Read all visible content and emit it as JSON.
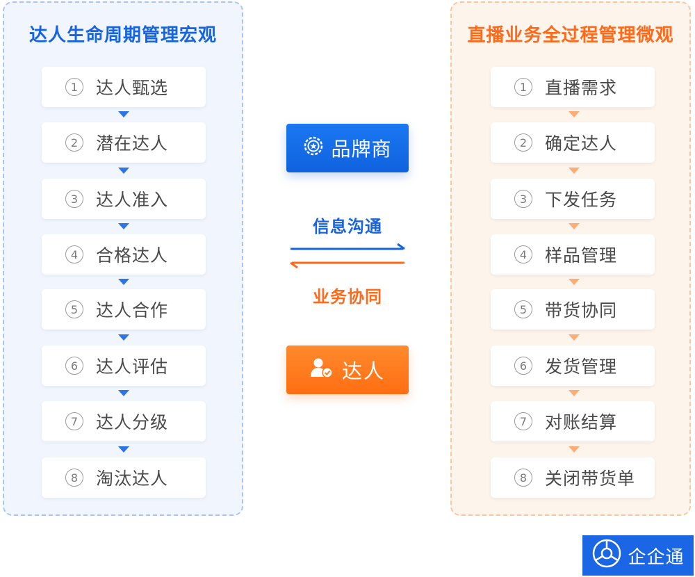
{
  "left_panel": {
    "title": "达人生命周期管理宏观",
    "steps": [
      {
        "num": "1",
        "label": "达人甄选"
      },
      {
        "num": "2",
        "label": "潜在达人"
      },
      {
        "num": "3",
        "label": "达人准入"
      },
      {
        "num": "4",
        "label": "合格达人"
      },
      {
        "num": "5",
        "label": "达人合作"
      },
      {
        "num": "6",
        "label": "达人评估"
      },
      {
        "num": "7",
        "label": "达人分级"
      },
      {
        "num": "8",
        "label": "淘汰达人"
      }
    ]
  },
  "right_panel": {
    "title": "直播业务全过程管理微观",
    "steps": [
      {
        "num": "1",
        "label": "直播需求"
      },
      {
        "num": "2",
        "label": "确定达人"
      },
      {
        "num": "3",
        "label": "下发任务"
      },
      {
        "num": "4",
        "label": "样品管理"
      },
      {
        "num": "5",
        "label": "带货协同"
      },
      {
        "num": "6",
        "label": "发货管理"
      },
      {
        "num": "7",
        "label": "对账结算"
      },
      {
        "num": "8",
        "label": "关闭带货单"
      }
    ]
  },
  "center": {
    "brand_label": "品牌商",
    "brand_icon": "badge-icon",
    "info_label": "信息沟通",
    "biz_label": "业务协同",
    "talent_label": "达人",
    "talent_icon": "user-verified-icon"
  },
  "logo": {
    "text": "企企通",
    "icon": "logo-icon"
  },
  "colors": {
    "blue": "#1764e0",
    "orange": "#ff6a1a"
  }
}
